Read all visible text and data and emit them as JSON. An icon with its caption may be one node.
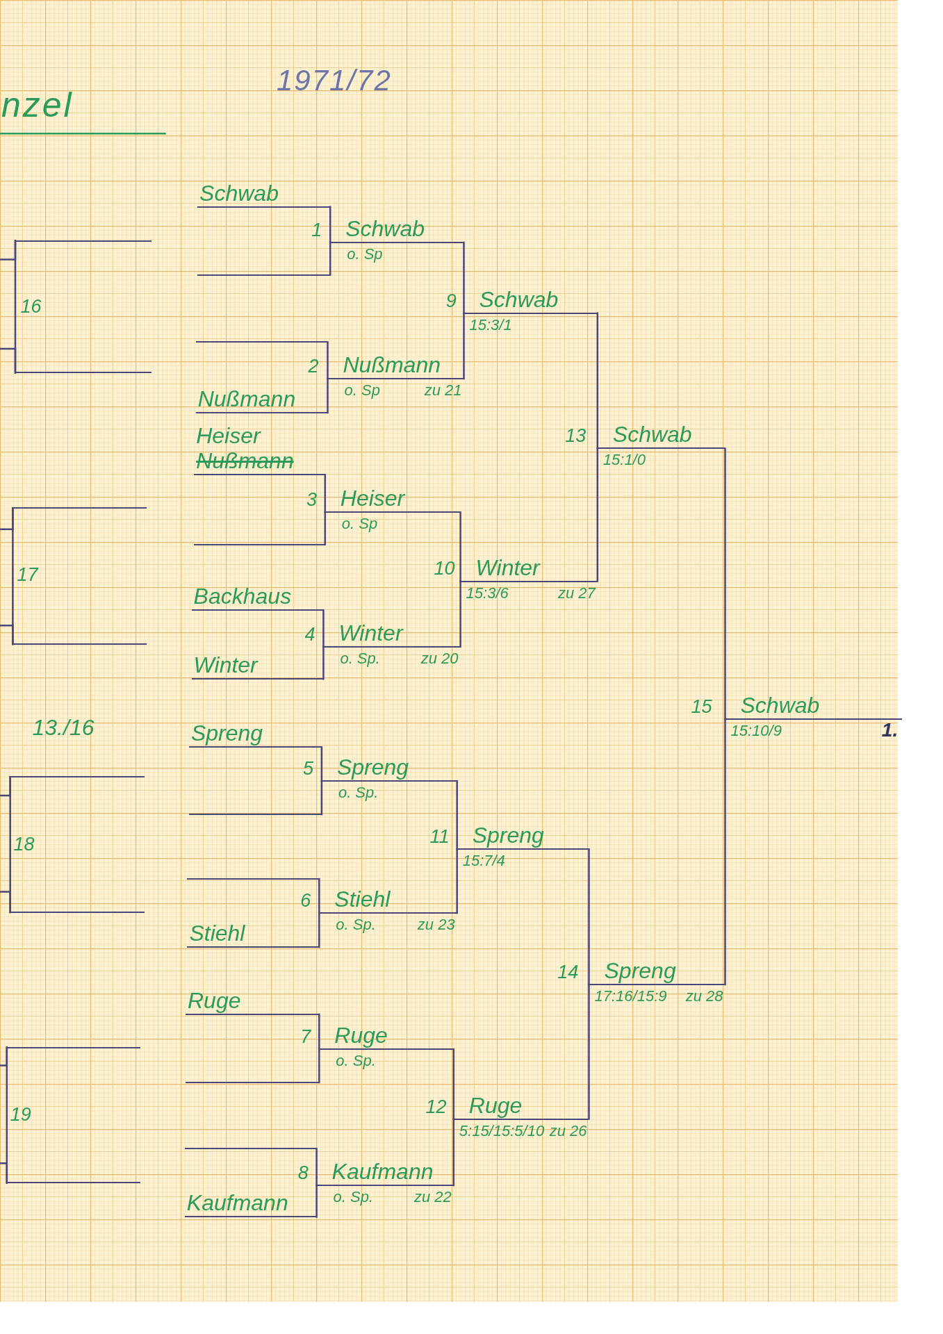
{
  "diagram": {
    "title": "nzel",
    "nodes": [
      {
        "text": [],
        "shape": "line"
      },
      {
        "text": [],
        "shape": "line"
      },
      {
        "text": [],
        "shape": "line"
      },
      {
        "text": [],
        "shape": "line"
      },
      {
        "text": [],
        "shape": "line"
      },
      {
        "text": [],
        "shape": "line"
      },
      {
        "text": [],
        "shape": "line"
      },
      {
        "text": [],
        "shape": "line"
      },
      {
        "text": [
          "Schwab"
        ]
      },
      {
        "text": [],
        "shape": "line"
      },
      {
        "text": [],
        "shape": "line"
      },
      {
        "text": [
          "Nußmann"
        ]
      },
      {
        "text": [
          "Heiser",
          "Nußmann"
        ]
      },
      {
        "text": [],
        "shape": "line"
      },
      {
        "text": [
          "Backhaus"
        ]
      },
      {
        "text": [
          "Winter"
        ]
      },
      {
        "text": [
          "Spreng"
        ]
      },
      {
        "text": [],
        "shape": "line"
      },
      {
        "text": [],
        "shape": "line"
      },
      {
        "text": [
          "Stiehl"
        ]
      },
      {
        "text": [
          "Ruge"
        ]
      },
      {
        "text": [],
        "shape": "line"
      },
      {
        "text": [],
        "shape": "line"
      },
      {
        "text": [
          "Kaufmann"
        ]
      },
      {
        "text": [
          "Schwab",
          "o. Sp"
        ]
      },
      {
        "text": [
          "Nußmann",
          "o. Sp",
          "zu 21"
        ]
      },
      {
        "text": [
          "Heiser",
          "o. Sp"
        ]
      },
      {
        "text": [
          "Winter",
          "o. Sp.",
          "zu 20"
        ]
      },
      {
        "text": [
          "Spreng",
          "o. Sp."
        ]
      },
      {
        "text": [
          "Stiehl",
          "o. Sp.",
          "zu 23"
        ]
      },
      {
        "text": [
          "Ruge",
          "o. Sp."
        ]
      },
      {
        "text": [
          "Kaufmann",
          "o. Sp.",
          "zu 22"
        ]
      },
      {
        "text": [
          "Schwab",
          "15:3/1"
        ]
      },
      {
        "text": [
          "Winter",
          "15:3/6",
          "zu 27"
        ]
      },
      {
        "text": [
          "Spreng",
          "15:7/4"
        ]
      },
      {
        "text": [
          "Ruge",
          "5:15/15:5/10",
          "zu 26"
        ]
      },
      {
        "text": [
          "Schwab",
          "15:1/0"
        ]
      },
      {
        "text": [
          "Spreng",
          "17:16/15:9",
          "zu 28"
        ]
      },
      {
        "text": [
          "Schwab",
          "15:10/9",
          "1."
        ]
      }
    ],
    "edges": [
      {
        "from": null,
        "to": 0,
        "arrow": "none"
      },
      {
        "from": null,
        "to": 1,
        "arrow": "none"
      },
      {
        "from": 0,
        "to": 1,
        "arrow": "none"
      },
      {
        "from": null,
        "to": 2,
        "arrow": "none"
      },
      {
        "from": null,
        "to": 3,
        "arrow": "none"
      },
      {
        "from": 2,
        "to": 3,
        "arrow": "none"
      },
      {
        "from": null,
        "to": 4,
        "arrow": "none"
      },
      {
        "from": null,
        "to": 5,
        "arrow": "none"
      },
      {
        "from": 4,
        "to": 5,
        "arrow": "none"
      },
      {
        "from": null,
        "to": 6,
        "arrow": "none"
      },
      {
        "from": null,
        "to": 7,
        "arrow": "none"
      },
      {
        "from": 6,
        "to": 7,
        "arrow": "none"
      },
      {
        "from": 8,
        "to": 24,
        "arrow": "none"
      },
      {
        "from": 9,
        "to": 24,
        "arrow": "none"
      },
      {
        "from": 10,
        "to": 25,
        "arrow": "none"
      },
      {
        "from": 11,
        "to": 25,
        "arrow": "none"
      },
      {
        "from": 12,
        "to": 26,
        "arrow": "none"
      },
      {
        "from": 13,
        "to": 26,
        "arrow": "none"
      },
      {
        "from": 14,
        "to": 27,
        "arrow": "none"
      },
      {
        "from": 15,
        "to": 27,
        "arrow": "none"
      },
      {
        "from": 16,
        "to": 28,
        "arrow": "none"
      },
      {
        "from": 17,
        "to": 28,
        "arrow": "none"
      },
      {
        "from": 18,
        "to": 29,
        "arrow": "none"
      },
      {
        "from": 19,
        "to": 29,
        "arrow": "none"
      },
      {
        "from": 20,
        "to": 30,
        "arrow": "none"
      },
      {
        "from": 21,
        "to": 30,
        "arrow": "none"
      },
      {
        "from": 22,
        "to": 31,
        "arrow": "none"
      },
      {
        "from": 23,
        "to": 31,
        "arrow": "none"
      },
      {
        "from": 24,
        "to": 32,
        "arrow": "none"
      },
      {
        "from": 25,
        "to": 32,
        "arrow": "none"
      },
      {
        "from": 26,
        "to": 33,
        "arrow": "none"
      },
      {
        "from": 27,
        "to": 33,
        "arrow": "none"
      },
      {
        "from": 28,
        "to": 34,
        "arrow": "none"
      },
      {
        "from": 29,
        "to": 34,
        "arrow": "none"
      },
      {
        "from": 30,
        "to": 35,
        "arrow": "none"
      },
      {
        "from": 31,
        "to": 35,
        "arrow": "none"
      },
      {
        "from": 32,
        "to": 36,
        "arrow": "none"
      },
      {
        "from": 33,
        "to": 36,
        "arrow": "none"
      },
      {
        "from": 34,
        "to": 37,
        "arrow": "none"
      },
      {
        "from": 35,
        "to": 37,
        "arrow": "none"
      },
      {
        "from": 36,
        "to": 38,
        "arrow": "none"
      },
      {
        "from": 37,
        "to": 38,
        "arrow": "none"
      }
    ],
    "labels": [
      "1971/72",
      "1",
      "9",
      "16",
      "2",
      "13",
      "3",
      "10",
      "17",
      "4",
      "15",
      "13./16",
      "5",
      "11",
      "18",
      "6",
      "14",
      "7",
      "12",
      "19",
      "8"
    ]
  }
}
